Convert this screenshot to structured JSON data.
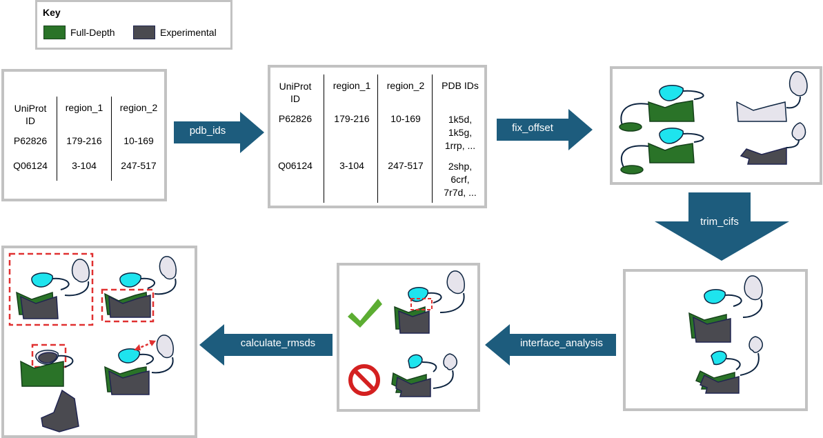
{
  "key": {
    "title": "Key",
    "items": [
      {
        "label": "Full-Depth",
        "color": "#2a7328"
      },
      {
        "label": "Experimental",
        "color": "#4a4a50"
      }
    ]
  },
  "colors": {
    "full_depth": "#2a7328",
    "experimental": "#4a4a50",
    "arrow": "#1d5c7d",
    "ligand": "#1ee4ee",
    "partner": "#e6e4ec",
    "highlight": "#e03030",
    "check": "#5cad32",
    "frame": "#c2c2c2"
  },
  "table1": {
    "headers": [
      "UniProt\nID",
      "region_1",
      "region_2"
    ],
    "rows": [
      [
        "P62826",
        "179-216",
        "10-169"
      ],
      [
        "Q06124",
        "3-104",
        "247-517"
      ]
    ]
  },
  "table2": {
    "headers": [
      "UniProt\nID",
      "region_1",
      "region_2",
      "PDB IDs"
    ],
    "rows": [
      [
        "P62826",
        "179-216",
        "10-169",
        "1k5d,\n1k5g,\n1rrp, ..."
      ],
      [
        "Q06124",
        "3-104",
        "247-517",
        "2shp,\n6crf,\n7r7d, ..."
      ]
    ]
  },
  "steps": {
    "pdb_ids": "pdb_ids",
    "fix_offset": "fix_offset",
    "trim_cifs": "trim_cifs",
    "interface_analysis": "interface_analysis",
    "calculate_rmsds": "calculate_rmsds"
  },
  "icons": {
    "pass": "check-icon",
    "fail": "prohibited-icon"
  }
}
